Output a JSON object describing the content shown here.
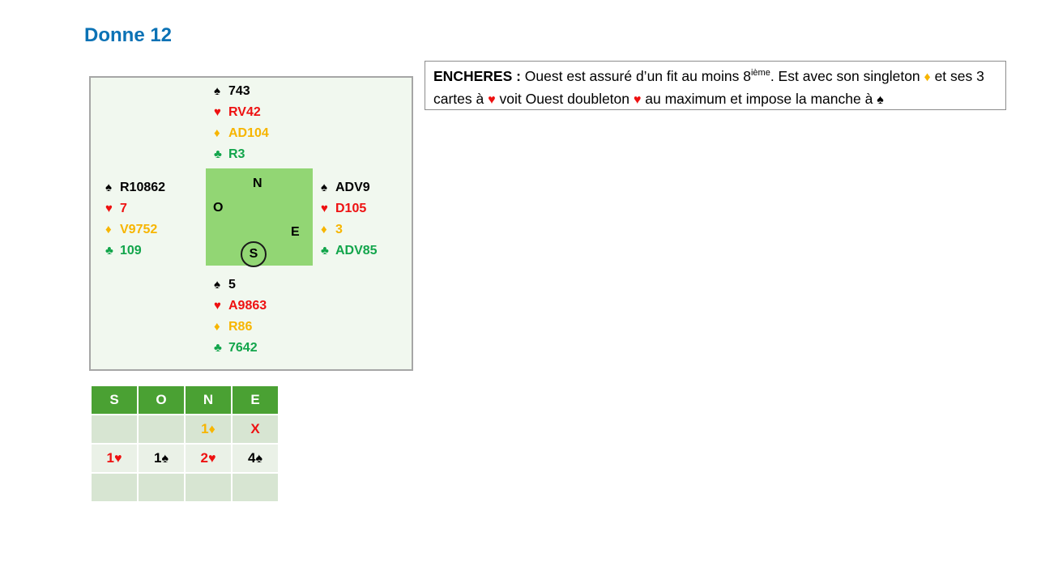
{
  "title": "Donne 12",
  "colors": {
    "spade": "#000000",
    "heart": "#ee1111",
    "diamond": "#f7b500",
    "club": "#12a54b",
    "title": "#0b72b5",
    "table_header": "#4aa133"
  },
  "icons": {
    "spade": "♠",
    "heart": "♥",
    "diamond": "♦",
    "club": "♣"
  },
  "hands": {
    "north": {
      "spades": "743",
      "hearts": "RV42",
      "diamonds": "AD104",
      "clubs": "R3"
    },
    "west": {
      "spades": "R10862",
      "hearts": "7",
      "diamonds": "V9752",
      "clubs": "109"
    },
    "east": {
      "spades": "ADV9",
      "hearts": "D105",
      "diamonds": "3",
      "clubs": "ADV85"
    },
    "south": {
      "spades": "5",
      "hearts": "A9863",
      "diamonds": "R86",
      "clubs": "7642"
    }
  },
  "compass": {
    "n": "N",
    "o": "O",
    "e": "E",
    "s": "S"
  },
  "note": {
    "label": "ENCHERES :",
    "t1": " Ouest est assuré d’un fit au moins 8",
    "sup": "ième",
    "t2": ". Est avec son singleton ",
    "t3": " et ses 3 cartes à ",
    "t4": " voit Ouest doubleton ",
    "t5": " au maximum et impose la manche à "
  },
  "bidding": {
    "headers": [
      "S",
      "O",
      "N",
      "E"
    ],
    "rows": [
      [
        {
          "text": ""
        },
        {
          "text": ""
        },
        {
          "text": "1",
          "suit": "diamond"
        },
        {
          "text": "X",
          "color": "#ee1111"
        }
      ],
      [
        {
          "text": "1",
          "suit": "heart"
        },
        {
          "text": "1",
          "suit": "spade"
        },
        {
          "text": "2",
          "suit": "heart"
        },
        {
          "text": "4",
          "suit": "spade"
        }
      ],
      [
        {
          "text": ""
        },
        {
          "text": ""
        },
        {
          "text": ""
        },
        {
          "text": ""
        }
      ]
    ]
  }
}
